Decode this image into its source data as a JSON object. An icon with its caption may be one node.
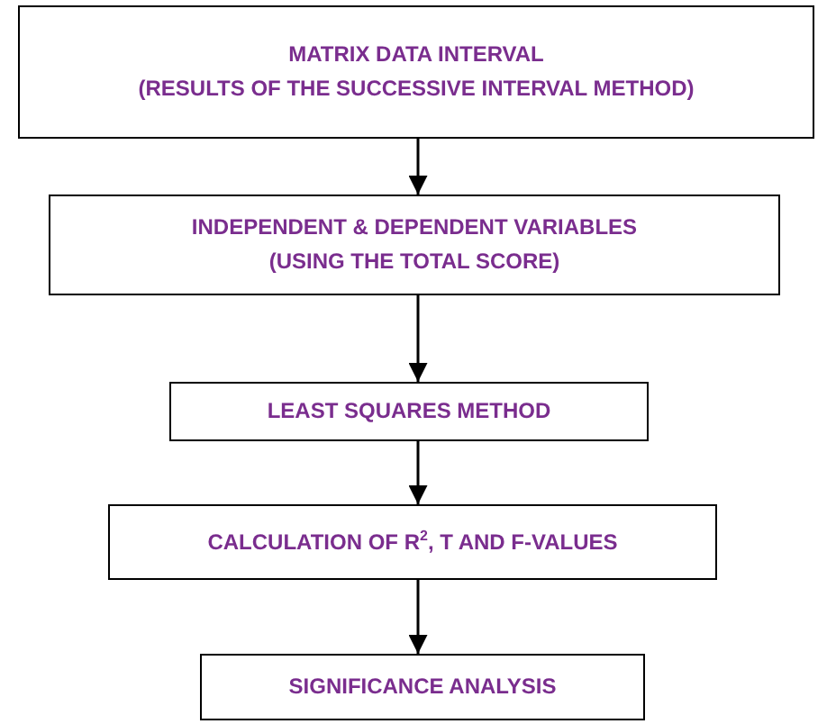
{
  "diagram": {
    "nodes": [
      {
        "text": [
          "MATRIX DATA INTERVAL",
          "(RESULTS OF THE SUCCESSIVE INTERVAL METHOD)"
        ]
      },
      {
        "text": [
          "INDEPENDENT & DEPENDENT VARIABLES",
          "(USING THE TOTAL SCORE)"
        ]
      },
      {
        "text": [
          "LEAST SQUARES METHOD"
        ]
      },
      {
        "text": [
          "CALCULATION OF R$^{2}$, T AND F-VALUES"
        ]
      },
      {
        "text": [
          "SIGNIFICANCE ANALYSIS"
        ]
      }
    ],
    "edges": [
      {
        "from": 0,
        "to": 1,
        "arrow": "to"
      },
      {
        "from": 1,
        "to": 2,
        "arrow": "to"
      },
      {
        "from": 2,
        "to": 3,
        "arrow": "to"
      },
      {
        "from": 3,
        "to": 4,
        "arrow": "to"
      }
    ]
  }
}
